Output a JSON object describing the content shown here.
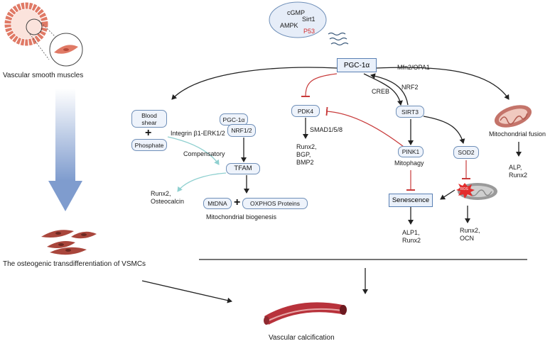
{
  "cells": {
    "top_left": "Vascular smooth muscles",
    "middle_left": "The osteogenic transdifferentiation of VSMCs",
    "bottom": "Vascular calcification"
  },
  "signals": {
    "cgmp": "cGMP",
    "sirt1": "Sirt1",
    "ampk": "AMPK",
    "p53": "P53"
  },
  "nodes": {
    "pgc1a_main": "PGC-1α",
    "mfn2_opa1": "Mfn2/OPA1",
    "creb": "CREB",
    "nrf2": "NRF2",
    "sirt3": "SIRT3",
    "pdk4": "PDK4",
    "smad": "SMAD1/5/8",
    "pdk4_targets": [
      "Runx2,",
      "BGP,",
      "BMP2"
    ],
    "pink1": "PINK1",
    "mitophagy": "Mitophagy",
    "sod2": "SOD2",
    "ros": "ROS",
    "senescence": "Senescence",
    "alp1_runx2": [
      "ALP1,",
      "Runx2"
    ],
    "runx2_ocn": [
      "Runx2,",
      "OCN"
    ],
    "mito_fusion": "Mitochondrial fusion",
    "alp_runx2": [
      "ALP,",
      "Runx2"
    ],
    "blood_shear": [
      "Blood",
      "shear"
    ],
    "phosphate": "Phosphate",
    "integrin": "Integrin β1-ERK1/2",
    "compensatory": "Compensatory",
    "pgc1a_small": "PGC-1α",
    "nrf12": "NRF1/2",
    "tfam": "TFAM",
    "runx2_osteocalcin": [
      "Runx2,",
      "Osteocalcin"
    ],
    "mtdna": "MtDNA",
    "oxphos": "OXPHOS Proteins",
    "mito_biogenesis": "Mitochondrial biogenesis"
  },
  "colors": {
    "box_border": "#6f8fb8",
    "box_fill": "#eef3fb",
    "inhibition": "#c83a3a",
    "arrow": "#222222",
    "teal_arrow": "#8fd0d0",
    "vsmc_cell": "#e07a66",
    "transition_arrow": "#8fa7d3",
    "mitochondria": "#c4746a",
    "vessel": "#b8323b"
  }
}
